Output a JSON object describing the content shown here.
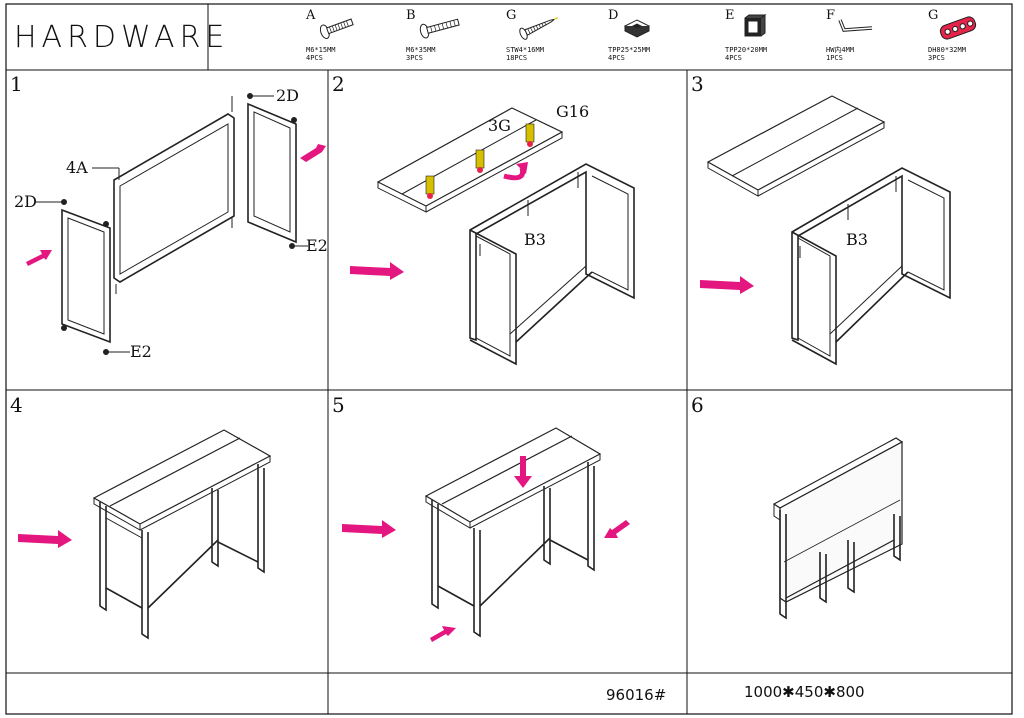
{
  "header": {
    "title": "HARDWARE"
  },
  "parts": [
    {
      "letter": "A",
      "spec": "M6*15MM",
      "qty": "4PCS",
      "icon": "bolt-icon"
    },
    {
      "letter": "B",
      "spec": "M6*35MM",
      "qty": "3PCS",
      "icon": "bolt-icon"
    },
    {
      "letter": "G",
      "spec": "STW4*16MM",
      "qty": "18PCS",
      "icon": "screw-icon"
    },
    {
      "letter": "D",
      "spec": "TPP25*25MM",
      "qty": "4PCS",
      "icon": "foot-cap-icon"
    },
    {
      "letter": "E",
      "spec": "TPP20*20MM",
      "qty": "4PCS",
      "icon": "tube-plug-icon"
    },
    {
      "letter": "F",
      "spec": "HW内4MM",
      "qty": "1PCS",
      "icon": "hex-key-icon"
    },
    {
      "letter": "G",
      "spec": "DH80*32MM",
      "qty": "3PCS",
      "icon": "hinge-plate-icon"
    }
  ],
  "steps": [
    {
      "number": "1",
      "callouts": [
        "2D",
        "4A",
        "2D",
        "E2",
        "E2"
      ]
    },
    {
      "number": "2",
      "callouts": [
        "3G",
        "G16",
        "B3"
      ]
    },
    {
      "number": "3",
      "callouts": [
        "B3"
      ]
    },
    {
      "number": "4",
      "callouts": []
    },
    {
      "number": "5",
      "callouts": []
    },
    {
      "number": "6",
      "callouts": []
    }
  ],
  "footer": {
    "model": "96016#",
    "dimensions": "1000✱450✱800"
  },
  "colors": {
    "arrow": "#e3177f",
    "line": "#222222"
  }
}
